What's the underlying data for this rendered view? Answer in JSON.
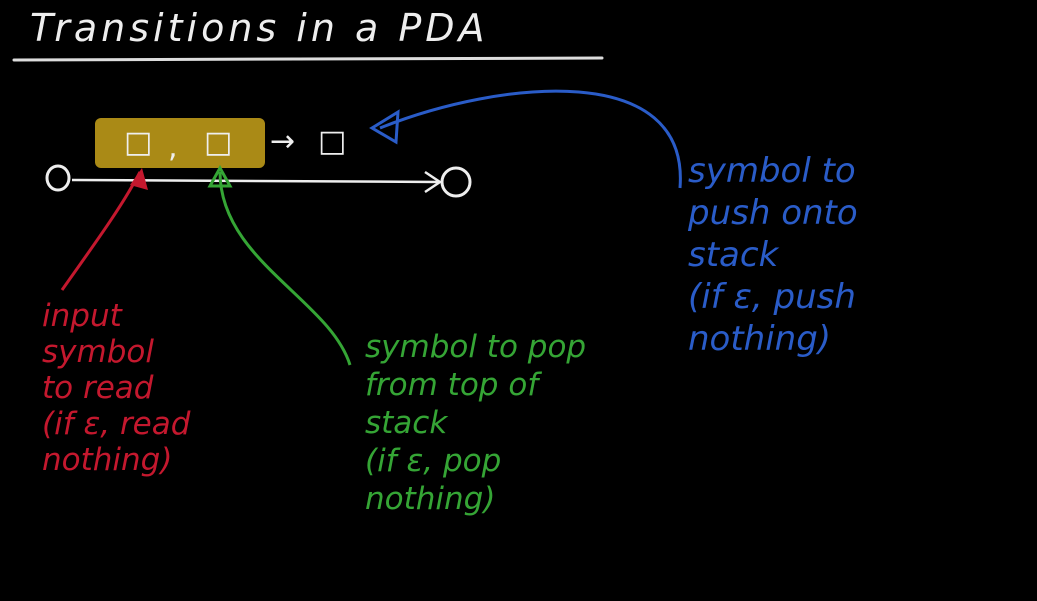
{
  "title": "Transitions in a PDA",
  "transition_label": {
    "input": "□",
    "separator": ",",
    "pop": "□",
    "arrow": "→",
    "push": "□"
  },
  "annotations": {
    "input": "input\nsymbol\nto read\n(if ε, read\nnothing)",
    "pop": "symbol to pop\nfrom top of\nstack\n(if ε, pop\nnothing)",
    "push": "symbol to\npush onto\nstack\n(if ε, push\nnothing)"
  },
  "colors": {
    "background": "#000000",
    "chalk": "#eeeeee",
    "input": "#c4182e",
    "pop": "#35a535",
    "push": "#2a5cc8",
    "highlight": "#c8a21a"
  }
}
